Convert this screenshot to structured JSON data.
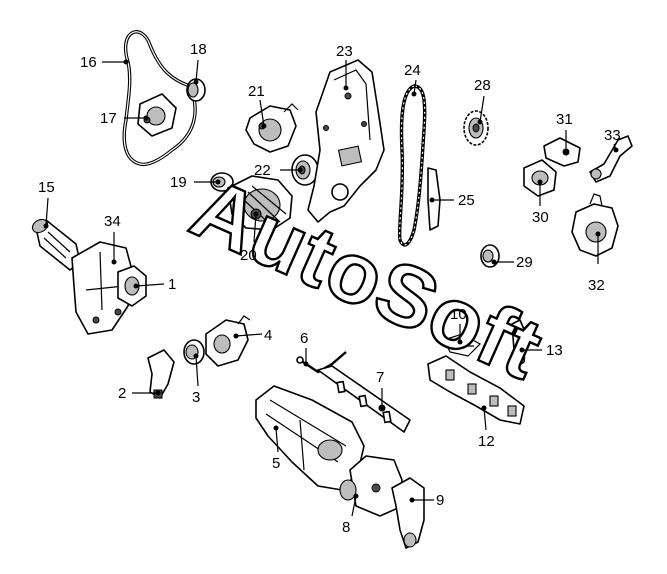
{
  "watermark": "AutoSoft",
  "callouts": [
    "1",
    "2",
    "3",
    "4",
    "5",
    "6",
    "7",
    "8",
    "9",
    "10",
    "12",
    "13",
    "15",
    "16",
    "17",
    "18",
    "19",
    "20",
    "21",
    "22",
    "23",
    "24",
    "25",
    "28",
    "29",
    "30",
    "31",
    "32",
    "33",
    "34"
  ]
}
